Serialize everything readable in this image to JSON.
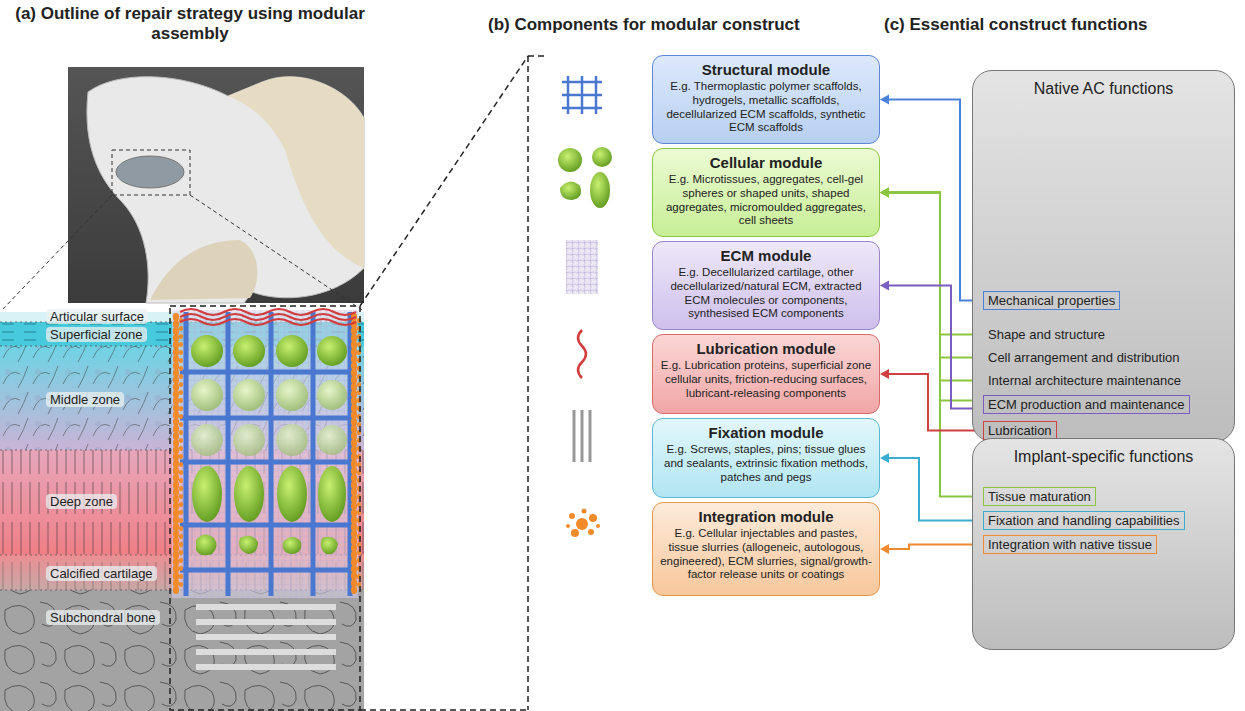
{
  "diagram": {
    "nodes": [
      {
        "text": [
          "Structural module",
          "E.g. Thermoplastic polymer scaffolds, hydrogels, metallic scaffolds, decellularized ECM scaffolds, synthetic ECM scaffolds"
        ]
      },
      {
        "text": [
          "Cellular module",
          "E.g. Microtissues, aggregates, cell-gel spheres or shaped units, shaped aggregates, micromoulded aggregates, cell sheets"
        ]
      },
      {
        "text": [
          "ECM module",
          "E.g. Decellularized cartilage, other decellularized/natural ECM, extracted ECM molecules or components, synthesised ECM components"
        ]
      },
      {
        "text": [
          "Lubrication module",
          "E.g. Lubrication proteins, superficial zone cellular units, friction-reducing surfaces, lubricant-releasing components"
        ]
      },
      {
        "text": [
          "Fixation module",
          "E.g. Screws, staples, pins; tissue glues and sealants, extrinsic fixation methods, patches and pegs"
        ]
      },
      {
        "text": [
          "Integration module",
          "E.g. Cellular injectables and pastes, tissue slurries (allogeneic, autologous, engineered), ECM slurries, signal/growth-factor release units or coatings"
        ]
      },
      {
        "text": [
          "Native AC functions"
        ]
      },
      {
        "text": [
          "Mechanical properties"
        ],
        "in": 6
      },
      {
        "text": [
          "Shape and structure"
        ],
        "in": 6
      },
      {
        "text": [
          "Cell arrangement and distribution"
        ],
        "in": 6
      },
      {
        "text": [
          "Internal architecture maintenance"
        ],
        "in": 6
      },
      {
        "text": [
          "ECM production and maintenance"
        ],
        "in": 6
      },
      {
        "text": [
          "Lubrication"
        ],
        "in": 6
      },
      {
        "text": [
          "Implant-specific functions"
        ]
      },
      {
        "text": [
          "Tissue maturation"
        ],
        "in": 13
      },
      {
        "text": [
          "Fixation and handling capabilities"
        ],
        "in": 13
      },
      {
        "text": [
          "Integration with native tissue"
        ],
        "in": 13
      }
    ],
    "edges": [
      {
        "from": 7,
        "to": 0,
        "arrow": "to"
      },
      {
        "from": 8,
        "to": 1,
        "arrow": "to"
      },
      {
        "from": 9,
        "to": 1,
        "arrow": "to"
      },
      {
        "from": 10,
        "to": 1,
        "arrow": "to"
      },
      {
        "from": 11,
        "to": 1,
        "arrow": "to"
      },
      {
        "from": 14,
        "to": 1,
        "arrow": "to"
      },
      {
        "from": 11,
        "to": 2,
        "arrow": "to"
      },
      {
        "from": 12,
        "to": 3,
        "arrow": "to"
      },
      {
        "from": 15,
        "to": 4,
        "arrow": "to"
      },
      {
        "from": 16,
        "to": 5,
        "arrow": "to"
      }
    ],
    "labels": [
      "(a) Outline of repair strategy using modular assembly",
      "(b) Components for modular construct",
      "(c) Essential construct functions",
      "Articular surface",
      "Superficial zone",
      "Middle zone",
      "Deep zone",
      "Calcified cartilage",
      "Subchondral bone"
    ]
  }
}
